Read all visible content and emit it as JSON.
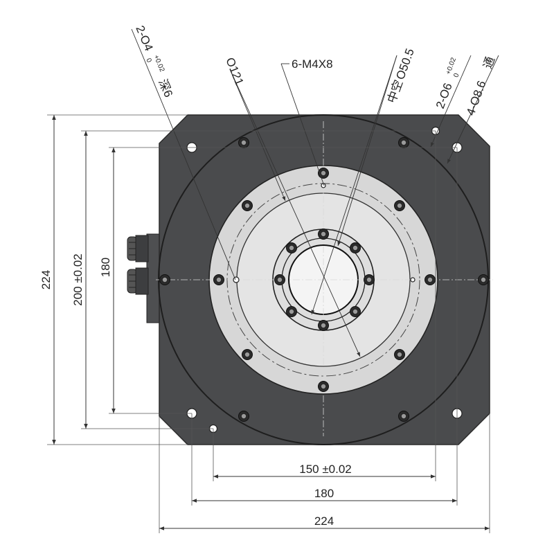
{
  "drawing": {
    "colors": {
      "housing": "#4a4b4d",
      "housing_edge": "#2a2a2a",
      "platter_outer": "#d7d7d7",
      "platter_inner": "#e4e4e4",
      "bore": "#f4f4f4",
      "dimension": "#333333"
    },
    "dimensions": {
      "height_224": "224",
      "height_200": "200 ±0.02",
      "height_180": "180",
      "width_150": "150 ±0.02",
      "width_180": "180",
      "width_224": "224"
    },
    "callouts": {
      "hole_2_04": {
        "main": "2-O4",
        "tol_upper": "+0.02",
        "tol_lower": "0",
        "suffix": "深6"
      },
      "dia_121": "O121",
      "thread_6m4": "6-M4X8",
      "hollow_50_5": {
        "prefix": "中空",
        "main": "O50.5"
      },
      "hole_2_06": {
        "main": "2-O6",
        "tol_upper": "+0.02",
        "tol_lower": "0"
      },
      "hole_4_08_6": {
        "main": "4-O8.6",
        "suffix": "通"
      }
    },
    "icons": {
      "connector": "cable-gland-icon",
      "screw": "socket-screw-icon"
    }
  }
}
